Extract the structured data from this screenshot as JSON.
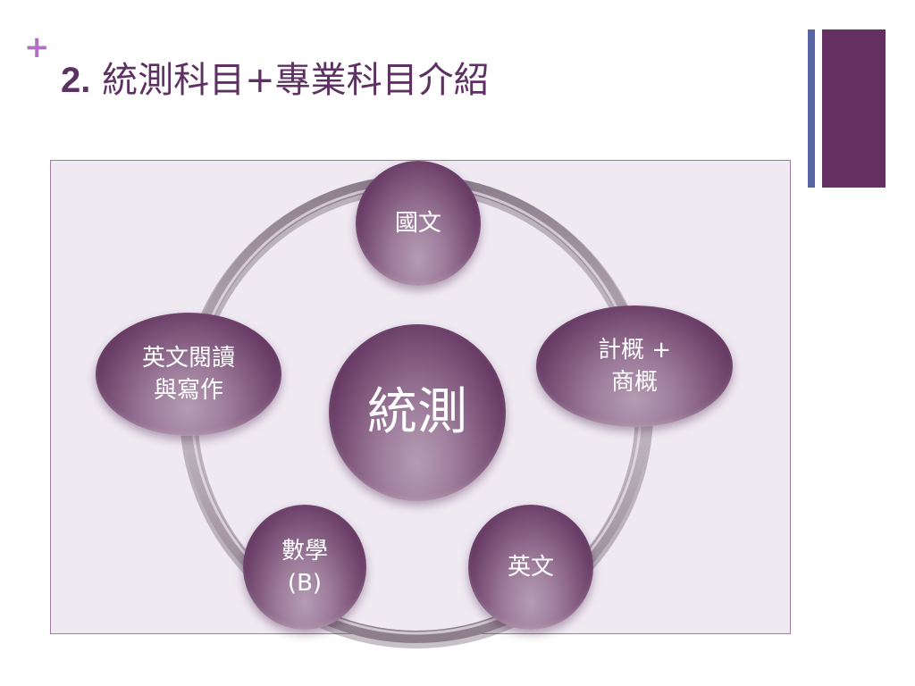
{
  "slide": {
    "plus_mark": "+",
    "title_number": "2.",
    "title_text": "統測科目+專業科目介紹"
  },
  "diagram": {
    "center": {
      "label": "統測"
    },
    "nodes": [
      {
        "id": "chinese",
        "lines": [
          "國文"
        ]
      },
      {
        "id": "computer-business",
        "lines": [
          "計概 +",
          "商概"
        ]
      },
      {
        "id": "english",
        "lines": [
          "英文"
        ]
      },
      {
        "id": "math-b",
        "lines": [
          "數學",
          "(B)"
        ]
      },
      {
        "id": "english-reading-writing",
        "lines": [
          "英文閱讀",
          "與寫作"
        ]
      }
    ]
  },
  "colors": {
    "title": "#5e3163",
    "plus": "#b070c0",
    "panel_bg": "#efe9f2",
    "panel_border": "#a37aa6",
    "node_dark": "#4b2048",
    "node_light": "#b49cb3",
    "ring": "#a898a6",
    "corner_bar_blue": "#5a65a4",
    "corner_bar_purple": "#633061"
  }
}
